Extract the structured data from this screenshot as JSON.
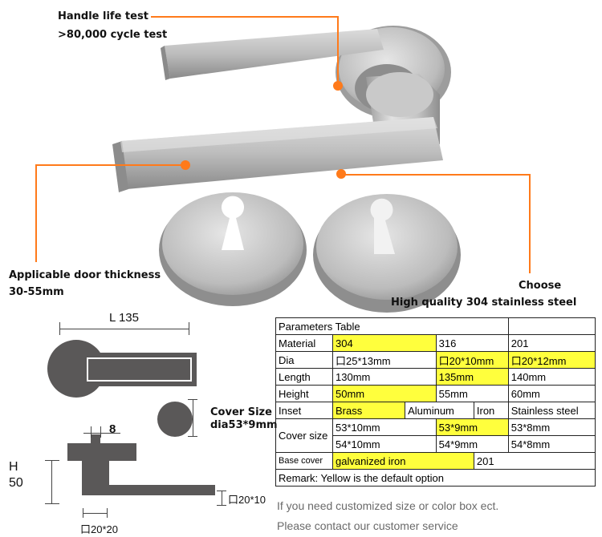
{
  "callouts": {
    "life_title": "Handle life test",
    "life_value": ">80,000 cycle test",
    "door_title": "Applicable door thickness",
    "door_value": "30-55mm",
    "choose_title": "Choose",
    "choose_value": "High quality 304 stainless steel"
  },
  "drawing": {
    "length_label": "L  135",
    "cover_title": "Cover Size",
    "cover_value": "dia53*9mm",
    "width_8": "8",
    "h_label": "H",
    "h_value": "50",
    "base_label": "口20*10",
    "square_label": "口20*20"
  },
  "table": {
    "title": "Parameters Table",
    "rows": {
      "material": {
        "label": "Material",
        "c1": "304",
        "c2": "316",
        "c3": "201"
      },
      "dia": {
        "label": "Dia",
        "c1": "口25*13mm",
        "c2": "口20*10mm",
        "c3": "口20*12mm"
      },
      "length": {
        "label": "Length",
        "c1": "130mm",
        "c2": "135mm",
        "c3": "140mm"
      },
      "height": {
        "label": "Height",
        "c1": "50mm",
        "c2": "55mm",
        "c3": "60mm"
      },
      "inset": {
        "label": "Inset",
        "c1": "Brass",
        "c2": "Aluminum",
        "c3": "Iron",
        "c4": "Stainless steel"
      },
      "cover": {
        "label": "Cover size",
        "r1c1": "53*10mm",
        "r1c2": "53*9mm",
        "r1c3": "53*8mm",
        "r2c1": "54*10mm",
        "r2c2": "54*9mm",
        "r2c3": "54*8mm"
      },
      "base": {
        "label": "Base cover",
        "c1": "galvanized iron",
        "c2": "201"
      },
      "remark": "Remark: Yellow is the default option"
    }
  },
  "notes": {
    "line1": "If you need customized size or color box ect.",
    "line2": "Please contact our customer service"
  },
  "colors": {
    "accent_orange": "#ff7a1a",
    "highlight_yellow": "#ffff3d",
    "steel": "#b9b9b9",
    "drawing_gray": "#5a5858"
  }
}
